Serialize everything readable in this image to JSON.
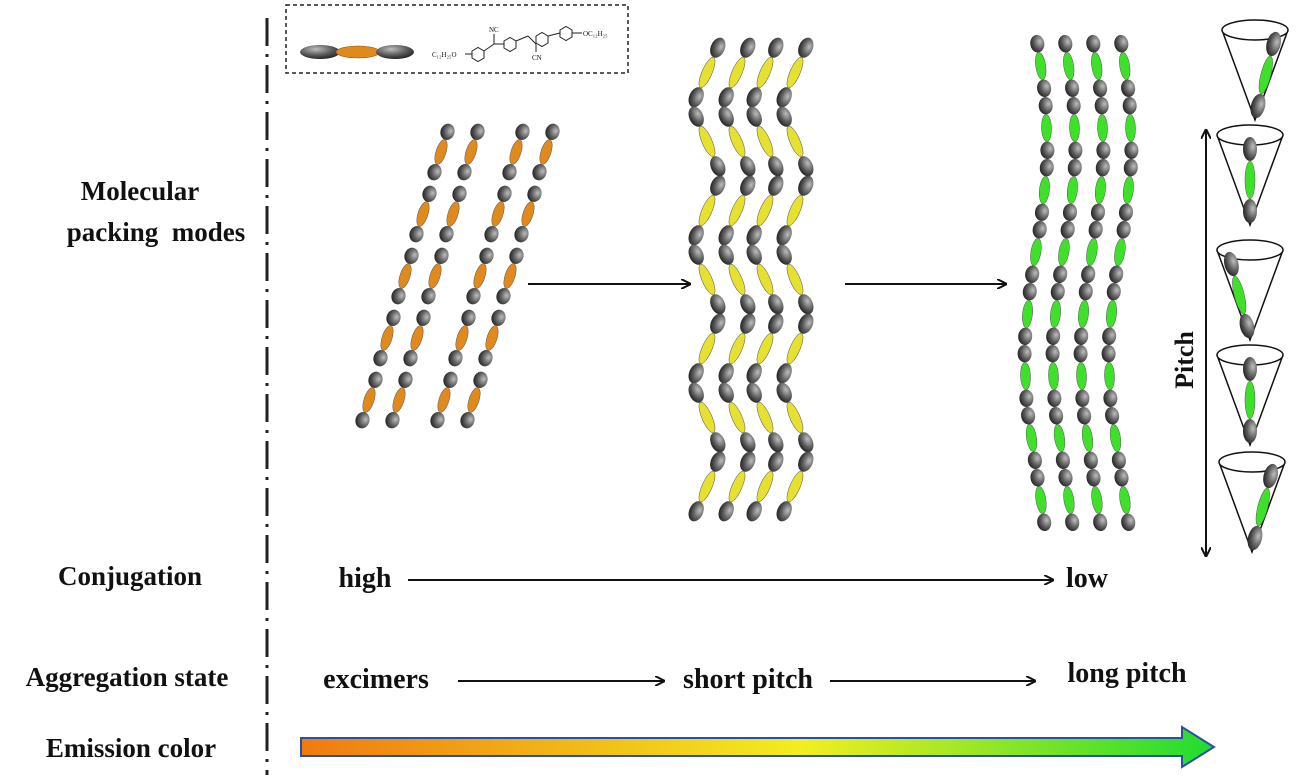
{
  "row_labels": {
    "packing_line1": "Molecular",
    "packing_line2": "packing  modes",
    "conjugation": "Conjugation",
    "aggregation": "Aggregation state",
    "emission": "Emission color"
  },
  "conjugation": {
    "start": "high",
    "end": "low"
  },
  "aggregation": {
    "first": "excimers",
    "second": "short pitch",
    "third": "long pitch"
  },
  "pitch_label": "Pitch",
  "structure_labels": {
    "left_chain": "C₁₂H₂₅O",
    "right_chain": "OC₁₂H₂₅",
    "cn_top": "NC",
    "cn_bottom": "CN"
  },
  "colors": {
    "core_excimer": "#e08a1e",
    "core_short_pitch": "#e6e030",
    "core_long_pitch": "#3fe02a",
    "end_group": "#5a5a5a",
    "emission_start": "#f07a10",
    "emission_mid": "#f2ee20",
    "emission_end": "#20dc30"
  },
  "icons": [
    "dash-dot-divider",
    "molecule-model",
    "arrow-right",
    "double-arrow",
    "precession-cone"
  ]
}
